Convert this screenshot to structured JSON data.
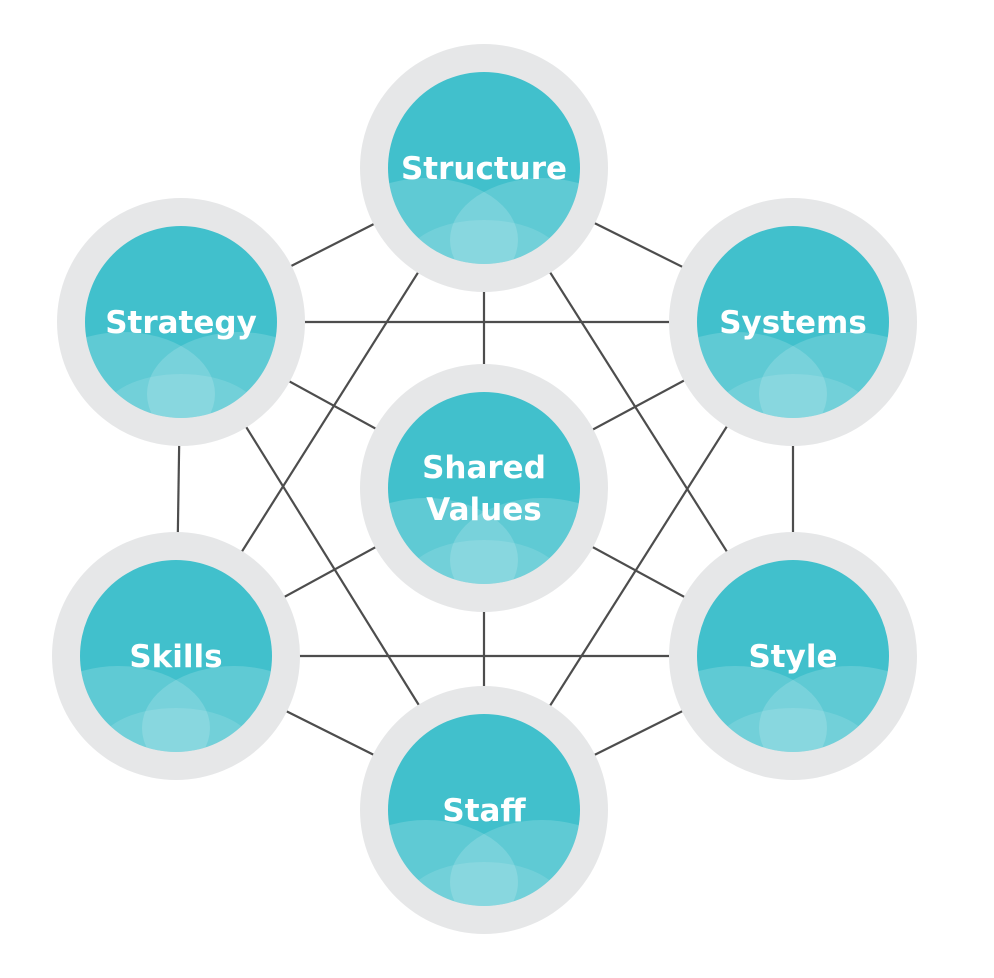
{
  "colors": {
    "ring": "#e6e7e8",
    "core": "#41c0cc",
    "line": "#4d4d4d",
    "label": "#ffffff"
  },
  "nodes": [
    {
      "id": "structure",
      "lines": [
        "Structure"
      ]
    },
    {
      "id": "strategy",
      "lines": [
        "Strategy"
      ]
    },
    {
      "id": "systems",
      "lines": [
        "Systems"
      ]
    },
    {
      "id": "shared-values",
      "lines": [
        "Shared",
        "Values"
      ]
    },
    {
      "id": "skills",
      "lines": [
        "Skills"
      ]
    },
    {
      "id": "style",
      "lines": [
        "Style"
      ]
    },
    {
      "id": "staff",
      "lines": [
        "Staff"
      ]
    }
  ],
  "connections": [
    [
      "structure",
      "strategy"
    ],
    [
      "structure",
      "systems"
    ],
    [
      "structure",
      "shared-values"
    ],
    [
      "structure",
      "skills"
    ],
    [
      "structure",
      "style"
    ],
    [
      "strategy",
      "systems"
    ],
    [
      "strategy",
      "skills"
    ],
    [
      "strategy",
      "shared-values"
    ],
    [
      "strategy",
      "staff"
    ],
    [
      "systems",
      "style"
    ],
    [
      "systems",
      "shared-values"
    ],
    [
      "systems",
      "staff"
    ],
    [
      "shared-values",
      "skills"
    ],
    [
      "shared-values",
      "style"
    ],
    [
      "shared-values",
      "staff"
    ],
    [
      "skills",
      "style"
    ],
    [
      "skills",
      "staff"
    ],
    [
      "style",
      "staff"
    ]
  ]
}
